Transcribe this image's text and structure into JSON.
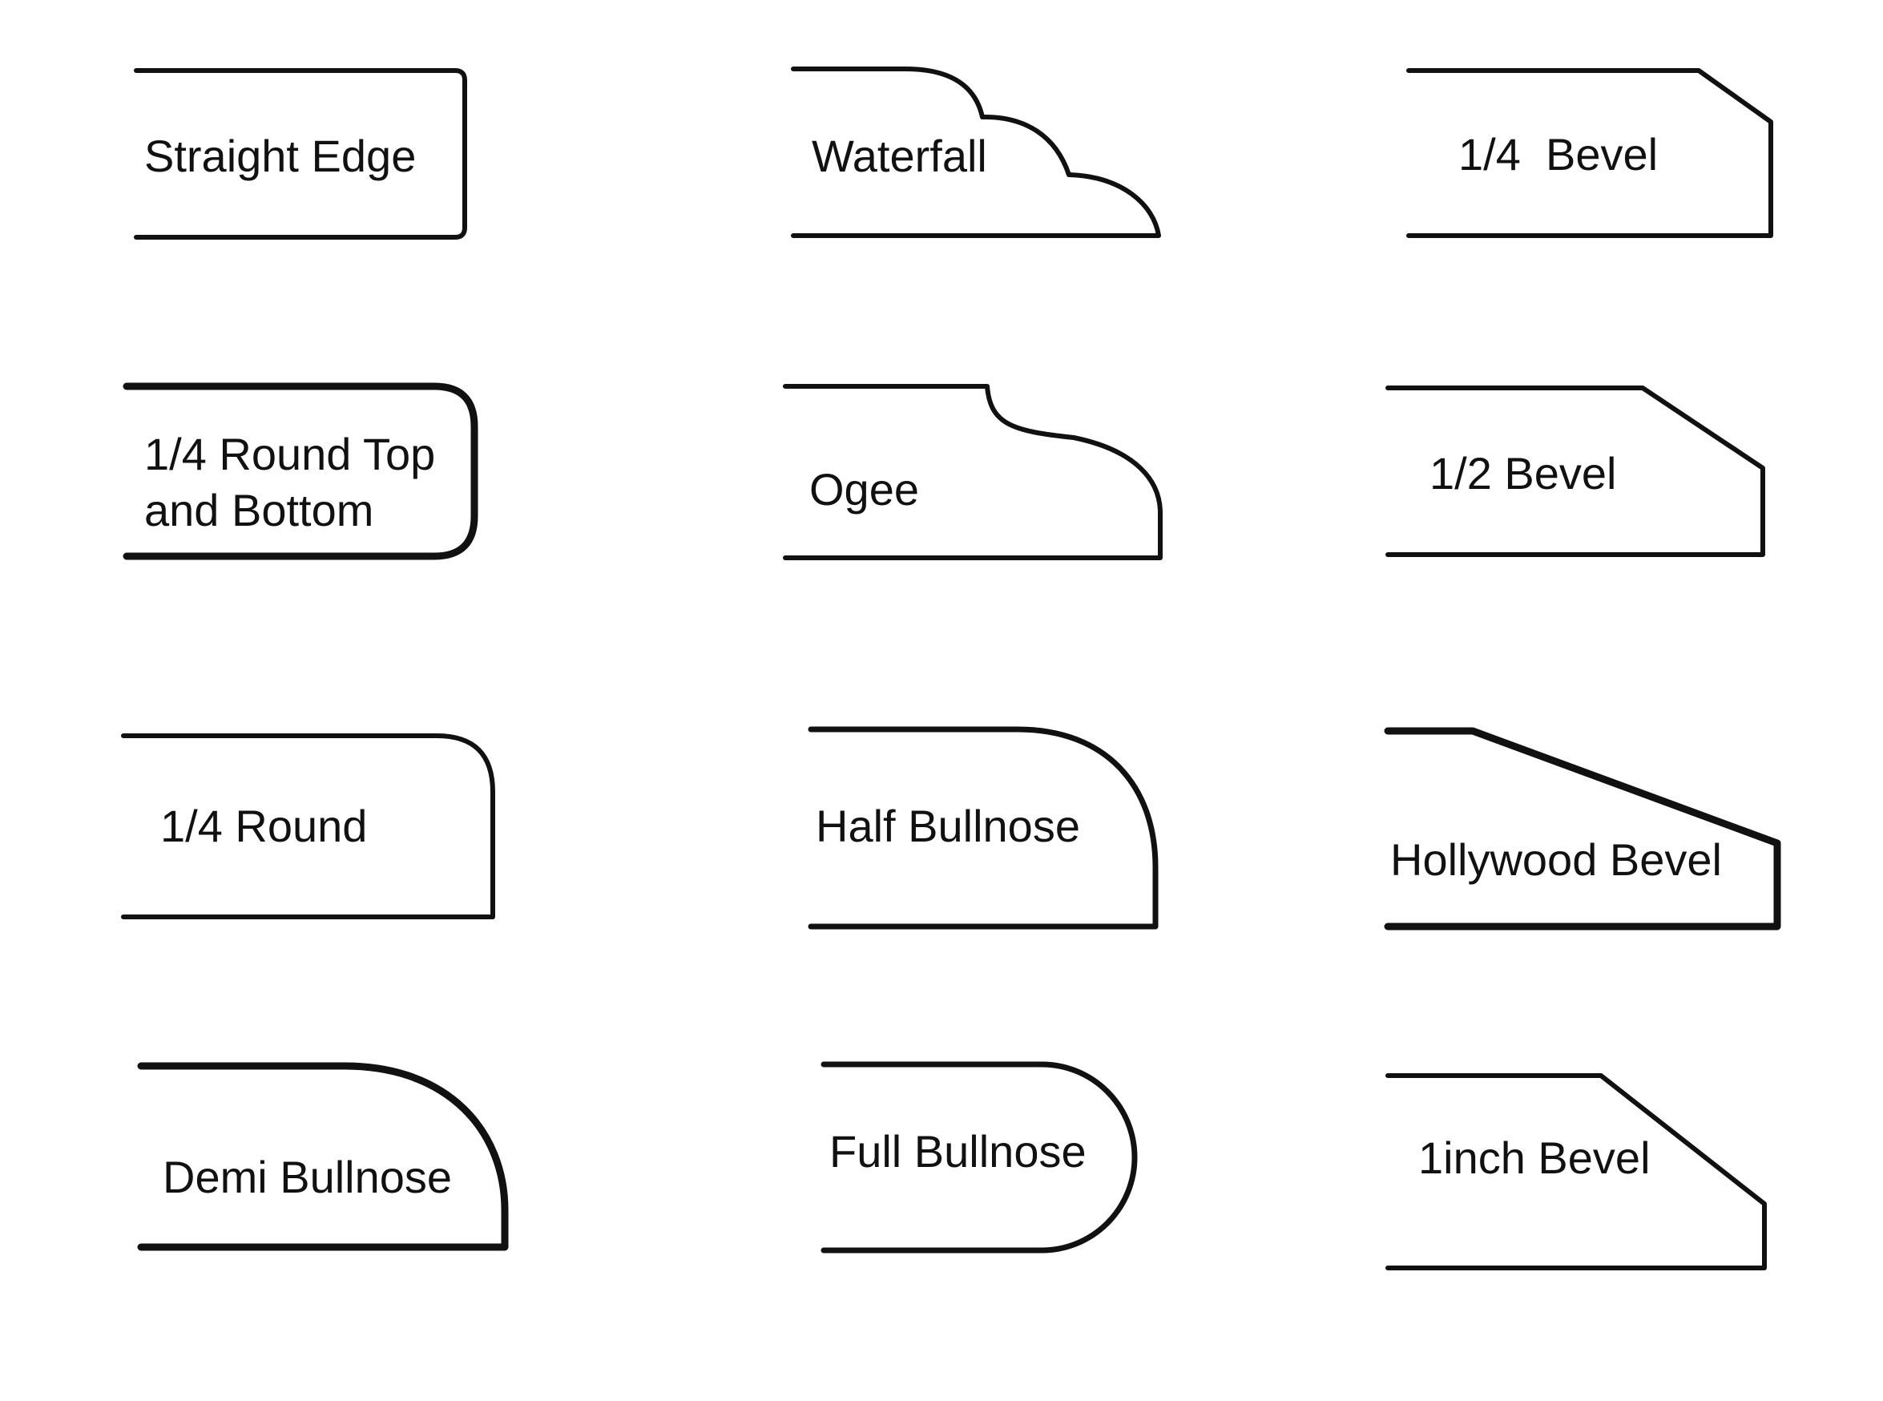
{
  "edge_profiles": [
    {
      "label": "Straight Edge"
    },
    {
      "label": "Waterfall"
    },
    {
      "label": "1/4  Bevel"
    },
    {
      "label_lines": [
        "1/4 Round Top",
        "and Bottom"
      ]
    },
    {
      "label": "Ogee"
    },
    {
      "label": "1/2 Bevel"
    },
    {
      "label": "1/4 Round"
    },
    {
      "label": "Half Bullnose"
    },
    {
      "label": "Hollywood Bevel"
    },
    {
      "label": "Demi Bullnose"
    },
    {
      "label": "Full Bullnose"
    },
    {
      "label": "1inch Bevel"
    }
  ]
}
